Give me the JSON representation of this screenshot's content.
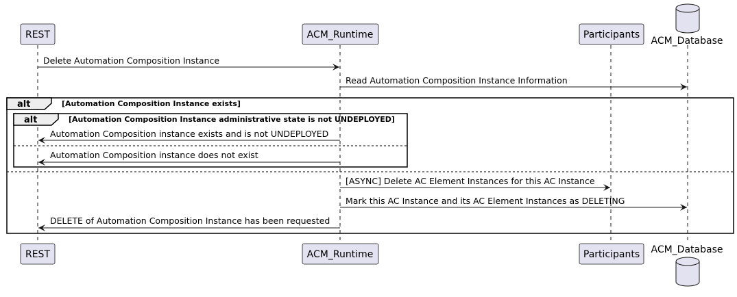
{
  "participants": {
    "rest": {
      "label": "REST"
    },
    "runtime": {
      "label": "ACM_Runtime"
    },
    "participants": {
      "label": "Participants"
    },
    "database": {
      "label": "ACM_Database"
    }
  },
  "messages": [
    {
      "label": "Delete Automation Composition Instance"
    },
    {
      "label": "Read Automation Composition Instance Information"
    },
    {
      "label": "Automation Composition instance exists and is not UNDEPLOYED"
    },
    {
      "label": "Automation Composition instance does not exist"
    },
    {
      "label": "[ASYNC] Delete AC Element Instances for this AC Instance"
    },
    {
      "label": "Mark this AC Instance and its AC Element Instances as DELETING"
    },
    {
      "label": "DELETE of Automation Composition Instance has been requested"
    }
  ],
  "frames": {
    "outer": {
      "keyword": "alt",
      "guard": "[Automation Composition Instance exists]"
    },
    "inner": {
      "keyword": "alt",
      "guard": "[Automation Composition Instance administrative state is not UNDEPLOYED]"
    }
  },
  "colors": {
    "participant_fill": "#e2e2f0",
    "participant_border": "#181818",
    "frame_header_fill": "#eeeeee",
    "line": "#181818"
  }
}
